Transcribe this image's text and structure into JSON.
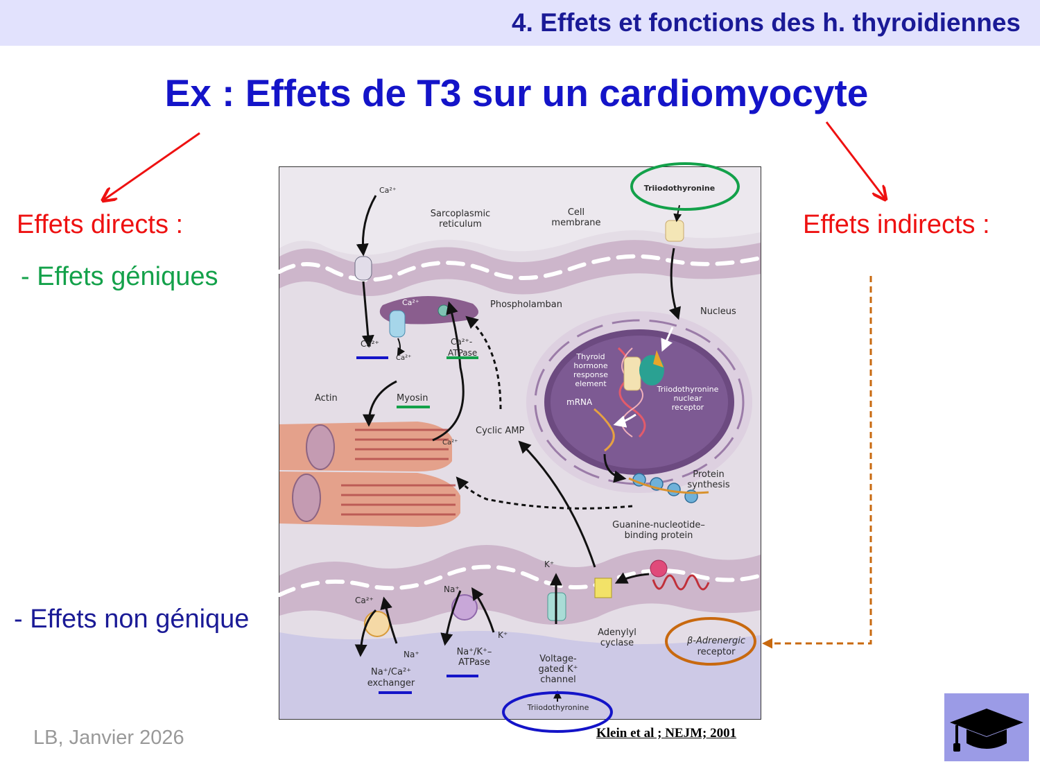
{
  "header": {
    "section_title": "4. Effets et fonctions des h. thyroidiennes"
  },
  "slide": {
    "title": "Ex : Effets de T3 sur un cardiomyocyte",
    "left_heading": "Effets directs :",
    "genomic": "- Effets géniques",
    "non_genomic": "- Effets non génique",
    "right_heading": "Effets indirects :",
    "footer": "LB, Janvier 2026",
    "citation": "Klein et al ; NEJM; 2001"
  },
  "figure": {
    "labels": {
      "ca_top": "Ca²⁺",
      "sarcoplasmic_reticulum": [
        "Sarcoplasmic",
        "reticulum"
      ],
      "cell_membrane": [
        "Cell",
        "membrane"
      ],
      "t3_top": "Triiodothyronine",
      "ca_sr": "Ca²⁺",
      "phospholamban": "Phospholamban",
      "nucleus": "Nucleus",
      "ca_left": "Ca²⁺",
      "ca_release": "Ca²⁺",
      "ca_atpase": [
        "Ca²⁺-",
        "ATPase"
      ],
      "tre": [
        "Thyroid",
        "hormone",
        "response",
        "element"
      ],
      "t3_receptor": [
        "Triiodothyronine",
        "nuclear",
        "receptor"
      ],
      "mrna": "mRNA",
      "actin": "Actin",
      "myosin": "Myosin",
      "cyclic_amp": "Cyclic AMP",
      "ca_myo": "Ca²⁺",
      "protein_synthesis": [
        "Protein",
        "synthesis"
      ],
      "g_protein": [
        "Guanine-nucleotide–",
        "binding protein"
      ],
      "k_top": "K⁺",
      "na_top": "Na⁺",
      "ca_exch": "Ca²⁺",
      "k_in": "K⁺",
      "na_exch": "Na⁺",
      "nak_atpase": [
        "Na⁺/K⁺–",
        "ATPase"
      ],
      "exchanger": [
        "Na⁺/Ca²⁺",
        "exchanger"
      ],
      "adenylyl": [
        "Adenylyl",
        "cyclase"
      ],
      "beta_receptor": [
        "β-Adrenergic",
        "receptor"
      ],
      "k_channel": [
        "Voltage-",
        "gated K⁺",
        "channel"
      ],
      "t3_bottom": "Triiodothyronine"
    }
  },
  "colors": {
    "title_blue": "#1414c8",
    "header_bg": "#e2e2fd",
    "direct_red": "#ee1111",
    "genomic_green": "#13a14a",
    "nongenomic_blue": "#1a1a96",
    "indirect_orange": "#c8690f"
  },
  "icons": {
    "logo": "graduation-cap-icon"
  }
}
